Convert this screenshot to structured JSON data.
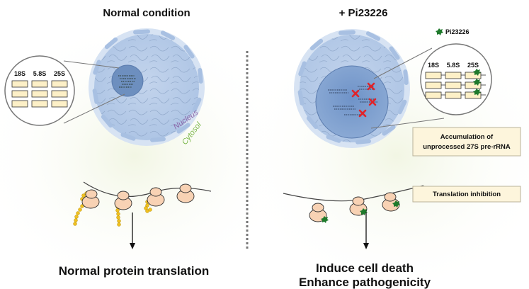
{
  "left_panel": {
    "title": "Normal condition",
    "rrna_labels": [
      "18S",
      "5.8S",
      "25S"
    ],
    "nucleus_label": "Nucleus",
    "cytosol_label": "Cytosol",
    "result": "Normal protein translation"
  },
  "right_panel": {
    "title": "+ Pi23226",
    "legend_label": "Pi23226",
    "rrna_labels": [
      "18S",
      "5.8S",
      "25S"
    ],
    "accumulation_box": [
      "Accumulation of",
      "unprocessed 27S pre-rRNA"
    ],
    "inhibition_box": "Translation inhibition",
    "result": [
      "Induce cell death",
      "Enhance pathogenicity"
    ]
  },
  "colors": {
    "cell_outer": "#c9d9ef",
    "cell_inner": "#b9cde8",
    "nucleus": "#7f9fcb",
    "rrna_box": "#fdf0c7",
    "ribosome": "#f8d2b4",
    "compound": "#1f7a2c",
    "mark": "#e0232a",
    "nucleus_text": "#8a63a6",
    "cytosol_text": "#7ab648"
  }
}
